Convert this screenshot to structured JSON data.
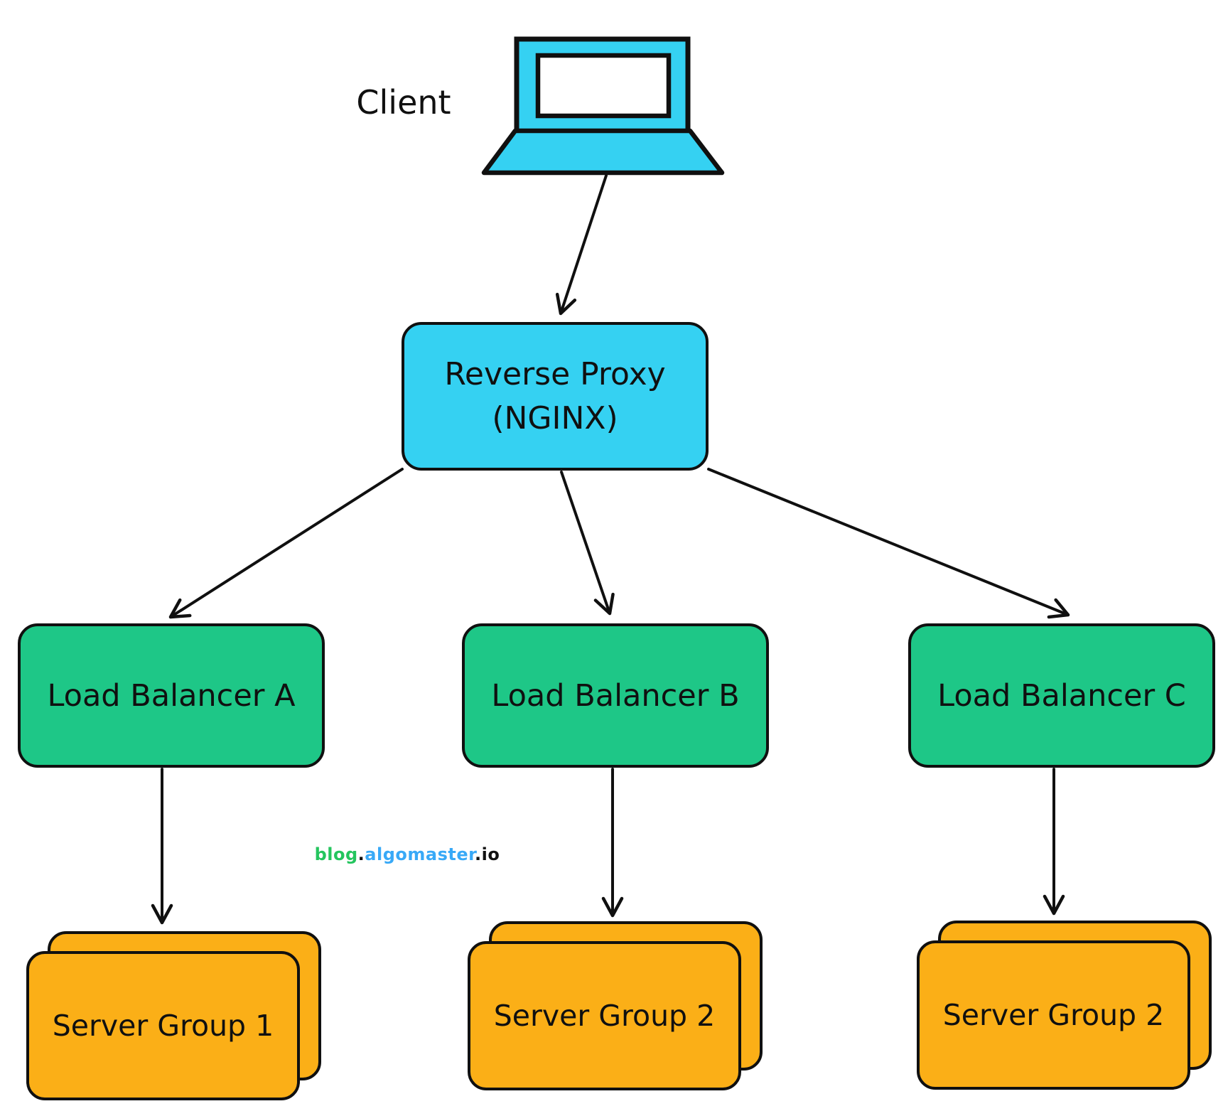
{
  "diagram": {
    "client_label": "Client",
    "reverse_proxy": {
      "title": "Reverse Proxy",
      "subtitle": "(NGINX)"
    },
    "load_balancers": [
      {
        "label": "Load Balancer A"
      },
      {
        "label": "Load Balancer B"
      },
      {
        "label": "Load Balancer C"
      }
    ],
    "server_groups": [
      {
        "label": "Server Group 1"
      },
      {
        "label": "Server Group 2"
      },
      {
        "label": "Server Group 2"
      }
    ],
    "edges": [
      {
        "from": "Client",
        "to": "Reverse Proxy (NGINX)"
      },
      {
        "from": "Reverse Proxy (NGINX)",
        "to": "Load Balancer A"
      },
      {
        "from": "Reverse Proxy (NGINX)",
        "to": "Load Balancer B"
      },
      {
        "from": "Reverse Proxy (NGINX)",
        "to": "Load Balancer C"
      },
      {
        "from": "Load Balancer A",
        "to": "Server Group 1"
      },
      {
        "from": "Load Balancer B",
        "to": "Server Group 2"
      },
      {
        "from": "Load Balancer C",
        "to": "Server Group 2"
      }
    ],
    "watermark": {
      "blog": "blog",
      "dot1": ".",
      "algomaster": "algomaster",
      "dot2": ".",
      "io": "io"
    },
    "colors": {
      "cyan": "#35d1f2",
      "green": "#1ec787",
      "orange": "#fbaf17",
      "ink": "#101010",
      "wm_green": "#24c55e",
      "wm_blue": "#38a9f7",
      "wm_ink": "#111111"
    }
  }
}
